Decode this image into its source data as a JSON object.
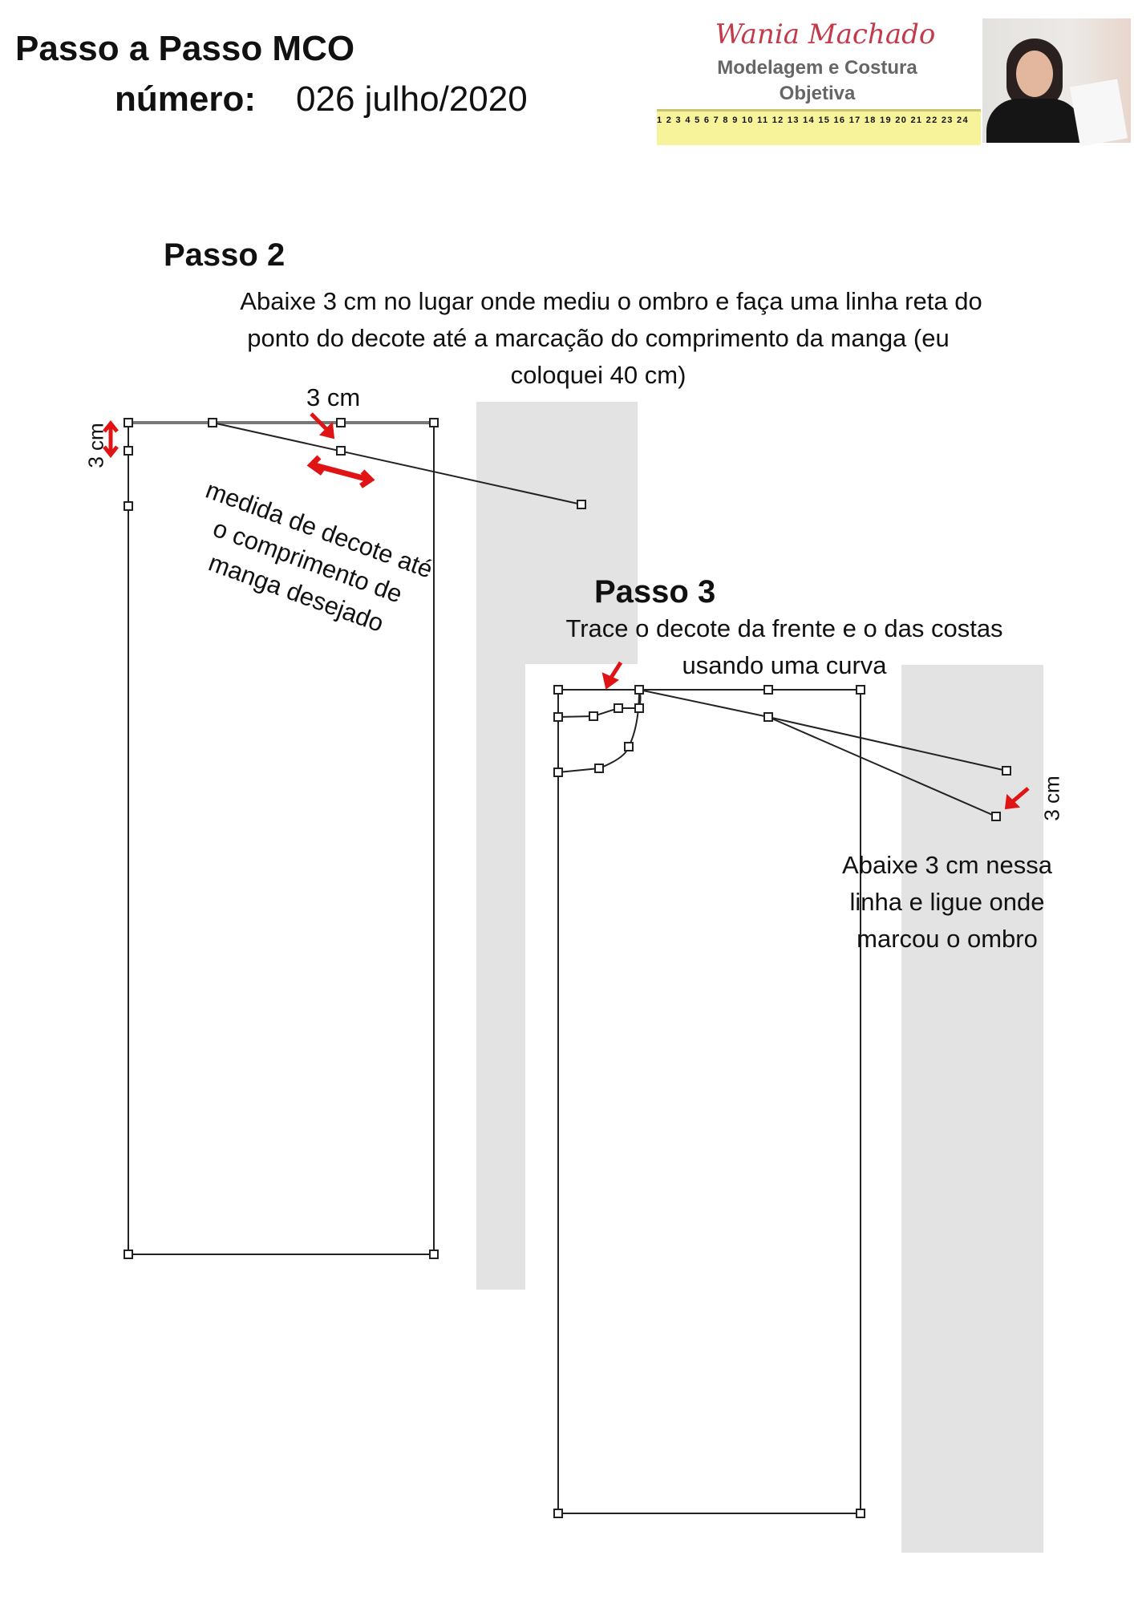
{
  "header": {
    "title": "Passo a Passo MCO",
    "number_label": "número:",
    "number_value": "026 julho/2020"
  },
  "logo": {
    "name": "Wania Machado",
    "line1": "Modelagem e Costura",
    "line2": "Objetiva",
    "ruler": "1 2 3 4 5 6 7 8 9 10 11 12 13 14 15 16 17 18 19 20 21 22 23 24"
  },
  "step2": {
    "title": "Passo 2",
    "lines": [
      "Abaixe 3 cm no lugar onde mediu o ombro e faça uma linha reta do",
      "ponto do decote até  a marcação do comprimento da manga (eu",
      "coloquei 40 cm)"
    ],
    "label_top": "3 cm",
    "label_side": "3 cm",
    "annotation": [
      "medida de decote até",
      "o comprimento de",
      "manga desejado"
    ]
  },
  "step3": {
    "title": "Passo 3",
    "lines": [
      "Trace o decote da frente e o das costas",
      "usando uma curva"
    ],
    "label_side": "3 cm",
    "annotation": [
      "Abaixe 3 cm nessa",
      "linha e ligue onde",
      "marcou o ombro"
    ]
  },
  "colors": {
    "accent": "#e01414",
    "panel": "#e3e3e3"
  }
}
